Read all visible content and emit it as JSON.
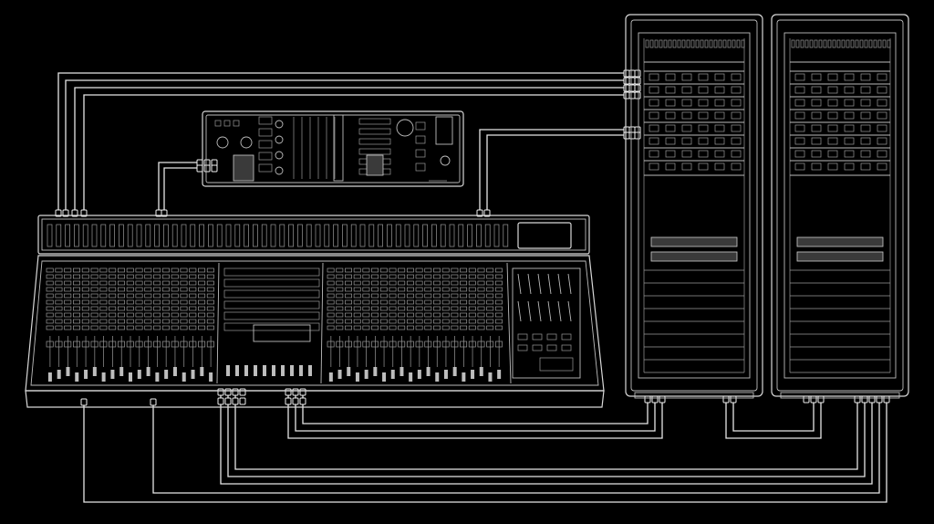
{
  "diagram": {
    "nodes": [
      {
        "id": "mixing-console",
        "kind": "console"
      },
      {
        "id": "patch-panel",
        "kind": "panel"
      },
      {
        "id": "equipment-rack-left",
        "kind": "rack"
      },
      {
        "id": "equipment-rack-right",
        "kind": "rack"
      }
    ],
    "edges": [
      {
        "from": "mixing-console",
        "to": "equipment-rack-left"
      },
      {
        "from": "mixing-console",
        "to": "patch-panel"
      },
      {
        "from": "mixing-console",
        "to": "equipment-rack-right"
      },
      {
        "from": "equipment-rack-left",
        "to": "equipment-rack-right"
      }
    ]
  },
  "colors": {
    "background": "#000000",
    "line": "#d8d8d8"
  }
}
